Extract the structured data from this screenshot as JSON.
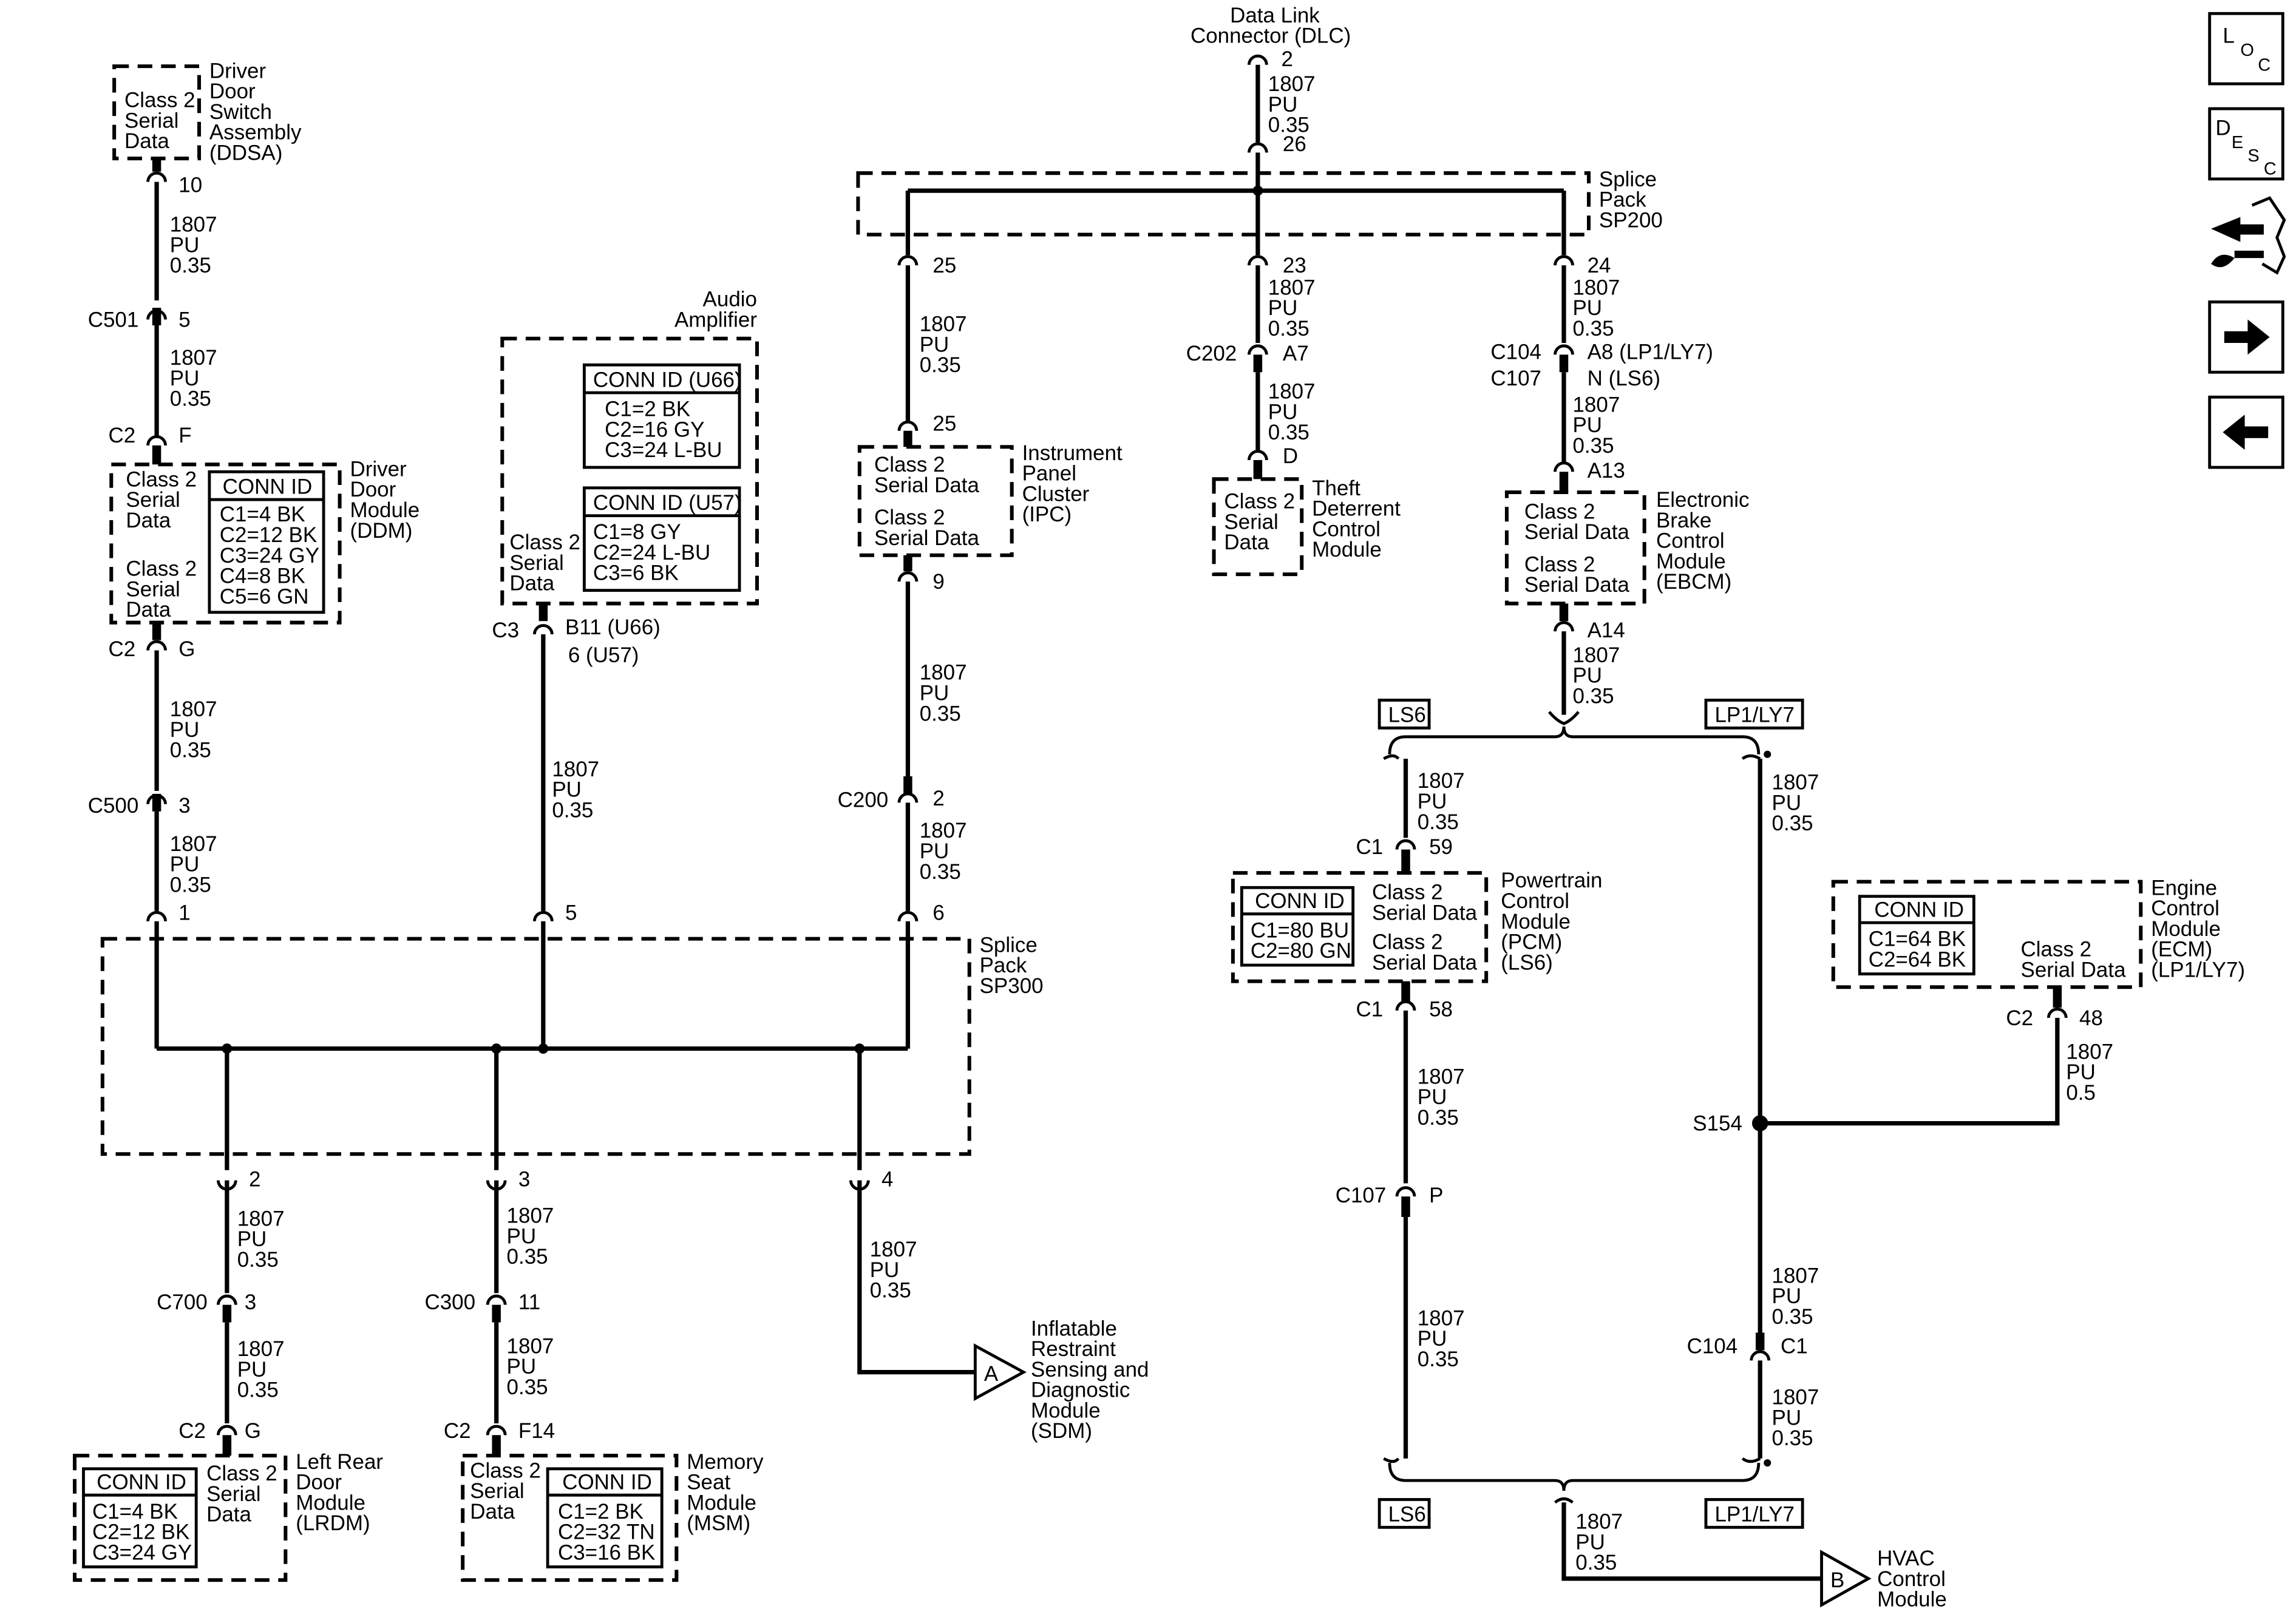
{
  "modules": {
    "ddsa": {
      "name": [
        "Driver",
        "Door",
        "Switch",
        "Assembly",
        "(DDSA)"
      ],
      "inner": [
        "Class 2",
        "Serial",
        "Data"
      ]
    },
    "ddm": {
      "name": [
        "Driver",
        "Door",
        "Module",
        "(DDM)"
      ],
      "inner_top": [
        "Class 2",
        "Serial",
        "Data"
      ],
      "inner_bottom": [
        "Class 2",
        "Serial",
        "Data"
      ],
      "conn_title": "CONN ID",
      "conn": [
        "C1=4 BK",
        "C2=12 BK",
        "C3=24 GY",
        "C4=8 BK",
        "C5=6 GN"
      ]
    },
    "audio": {
      "name": [
        "Audio",
        "Amplifier"
      ],
      "inner": [
        "Class 2",
        "Serial",
        "Data"
      ],
      "conn_u66_title": "CONN ID (U66)",
      "conn_u66": [
        "C1=2 BK",
        "C2=16 GY",
        "C3=24 L-BU"
      ],
      "conn_u57_title": "CONN ID (U57)",
      "conn_u57": [
        "C1=8 GY",
        "C2=24 L-BU",
        "C3=6 BK"
      ]
    },
    "ipc": {
      "name": [
        "Instrument",
        "Panel",
        "Cluster",
        "(IPC)"
      ],
      "inner_top": [
        "Class 2",
        "Serial Data"
      ],
      "inner_bottom": [
        "Class 2",
        "Serial Data"
      ]
    },
    "theft": {
      "name": [
        "Theft",
        "Deterrent",
        "Control",
        "Module"
      ],
      "inner": [
        "Class 2",
        "Serial",
        "Data"
      ]
    },
    "ebcm": {
      "name": [
        "Electronic",
        "Brake",
        "Control",
        "Module",
        "(EBCM)"
      ],
      "inner_top": [
        "Class 2",
        "Serial Data"
      ],
      "inner_bottom": [
        "Class 2",
        "Serial Data"
      ]
    },
    "pcm": {
      "name": [
        "Powertrain",
        "Control",
        "Module",
        "(PCM)",
        "(LS6)"
      ],
      "inner_top": [
        "Class 2",
        "Serial Data"
      ],
      "inner_bottom": [
        "Class 2",
        "Serial Data"
      ],
      "conn_title": "CONN ID",
      "conn": [
        "C1=80 BU",
        "C2=80 GN"
      ]
    },
    "ecm": {
      "name": [
        "Engine",
        "Control",
        "Module",
        "(ECM)",
        "(LP1/LY7)"
      ],
      "inner": [
        "Class 2",
        "Serial Data"
      ],
      "conn_title": "CONN ID",
      "conn": [
        "C1=64 BK",
        "C2=64 BK"
      ]
    },
    "lrdm": {
      "name": [
        "Left Rear",
        "Door",
        "Module",
        "(LRDM)"
      ],
      "inner": [
        "Class 2",
        "Serial",
        "Data"
      ],
      "conn_title": "CONN ID",
      "conn": [
        "C1=4 BK",
        "C2=12 BK",
        "C3=24 GY"
      ]
    },
    "msm": {
      "name": [
        "Memory",
        "Seat",
        "Module",
        "(MSM)"
      ],
      "inner": [
        "Class 2",
        "Serial",
        "Data"
      ],
      "conn_title": "CONN ID",
      "conn": [
        "C1=2 BK",
        "C2=32 TN",
        "C3=16 BK"
      ]
    }
  },
  "dlc": {
    "name": [
      "Data Link",
      "Connector (DLC)"
    ]
  },
  "splices": {
    "sp200": [
      "Splice",
      "Pack",
      "SP200"
    ],
    "sp300": [
      "Splice",
      "Pack",
      "SP300"
    ]
  },
  "wire": [
    "1807",
    "PU",
    "0.35"
  ],
  "wire_ecm": [
    "1807",
    "PU",
    "0.5"
  ],
  "pins": {
    "ddsa": "10",
    "c501": "C501",
    "c501_pin": "5",
    "ddm_top_conn": "C2",
    "ddm_top_pin": "F",
    "ddm_bot_conn": "C2",
    "ddm_bot_pin": "G",
    "c500": "C500",
    "c500_pin": "3",
    "sp300_1": "1",
    "audio_conn": "C3",
    "audio_pin1": "B11 (U66)",
    "audio_pin2": "6 (U57)",
    "sp300_5": "5",
    "dlc_pin": "2",
    "sp200_top": "26",
    "sp200_25": "25",
    "ipc_top": "25",
    "ipc_bot": "9",
    "c200": "C200",
    "c200_pin": "2",
    "sp300_6": "6",
    "sp200_23": "23",
    "c202": "C202",
    "c202_pin": "A7",
    "theft_pin": "D",
    "sp200_24": "24",
    "c104": "C104",
    "c107a": "C107",
    "c104_pin": "A8 (LP1/LY7)",
    "c107a_pin": "N (LS6)",
    "ebcm_top": "A13",
    "ebcm_bot": "A14",
    "pcm_c1_top": "C1",
    "pcm_pin_top": "59",
    "pcm_c1_bot": "C1",
    "pcm_pin_bot": "58",
    "c107": "C107",
    "c107_pin": "P",
    "ecm_conn": "C2",
    "ecm_pin": "48",
    "s154": "S154",
    "c104b": "C104",
    "c104b_pin": "C1",
    "sp300_2": "2",
    "sp300_3": "3",
    "sp300_4": "4",
    "c700": "C700",
    "c700_pin": "3",
    "lrdm_conn": "C2",
    "lrdm_pin": "G",
    "c300": "C300",
    "c300_pin": "11",
    "msm_conn": "C2",
    "msm_pin": "F14"
  },
  "options": {
    "ls6": "LS6",
    "lp1": "LP1/LY7"
  },
  "offpage": {
    "a": {
      "letter": "A",
      "name": [
        "Inflatable",
        "Restraint",
        "Sensing and",
        "Diagnostic",
        "Module",
        "(SDM)"
      ]
    },
    "b": {
      "letter": "B",
      "name": [
        "HVAC",
        "Control",
        "Module"
      ]
    }
  },
  "nav": {
    "loc": [
      "L",
      "O",
      "C"
    ],
    "desc": [
      "D",
      "E",
      "S",
      "C"
    ],
    "icons": [
      "connector-wrench-icon",
      "arrow-right-icon",
      "arrow-left-icon"
    ]
  }
}
